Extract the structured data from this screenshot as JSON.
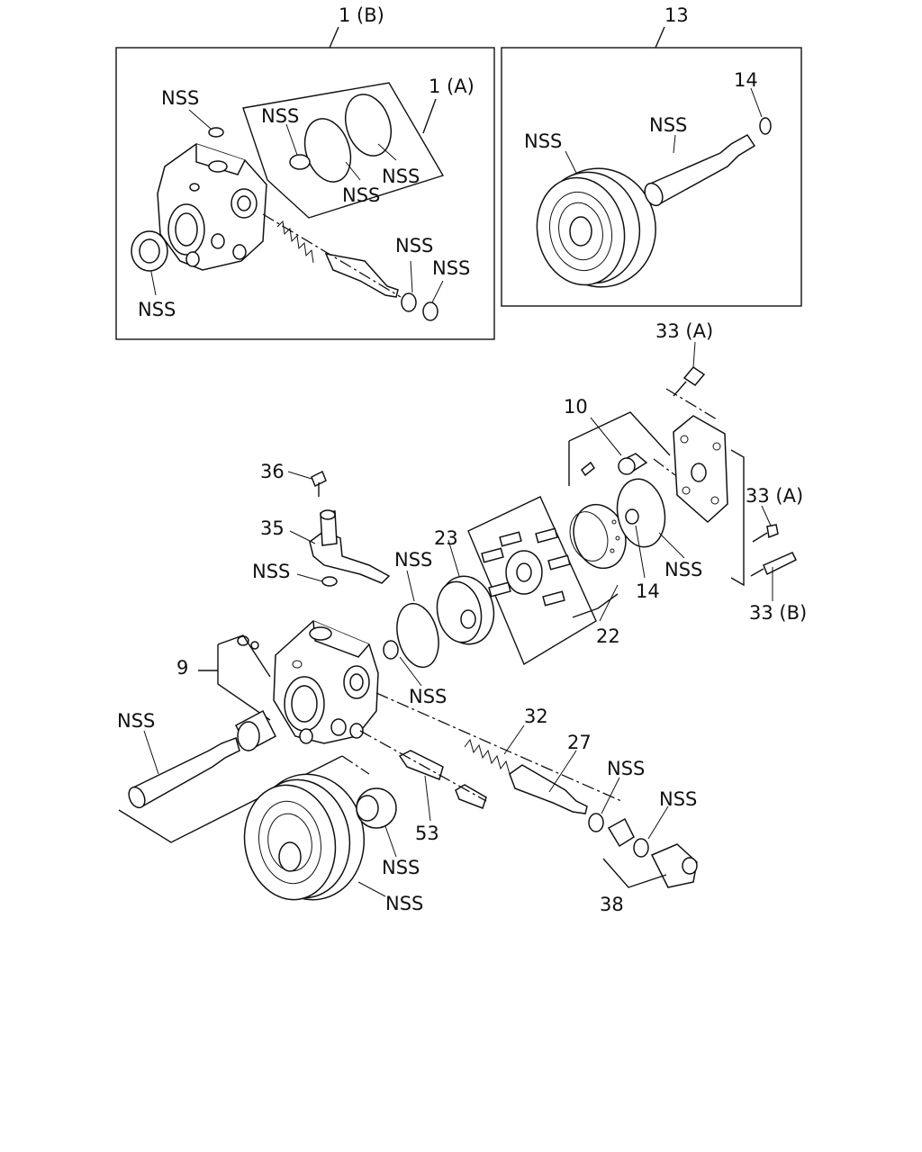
{
  "labels": {
    "l1b": "1 (B)",
    "l13": "13",
    "l1a": "1 (A)",
    "nss": "NSS",
    "l14": "14",
    "l33a": "33 (A)",
    "l33b": "33 (B)",
    "l10": "10",
    "l36": "36",
    "l35": "35",
    "l23": "23",
    "l22": "22",
    "l9": "9",
    "l32": "32",
    "l27": "27",
    "l53": "53",
    "l38": "38"
  }
}
